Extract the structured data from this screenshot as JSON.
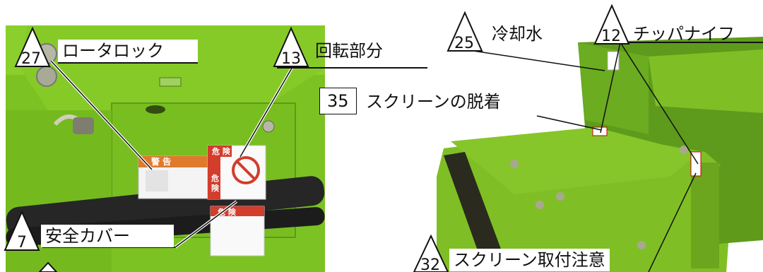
{
  "callouts": {
    "rotor_lock": {
      "number": "27",
      "label": "ロータロック"
    },
    "rotating_part": {
      "number": "13",
      "label": "回転部分"
    },
    "safety_cover": {
      "number": "7",
      "label": "安全カバー"
    },
    "cooling_water": {
      "number": "25",
      "label": "冷却水"
    },
    "chipper_knife": {
      "number": "12",
      "label": "チッパナイフ"
    },
    "screen_detach": {
      "number": "35",
      "label": "スクリーンの脱着"
    },
    "screen_attach_caution": {
      "number": "32",
      "label": "スクリーン取付注意"
    }
  },
  "decals": {
    "warning_title": "警 告",
    "danger_title_1": "危 険",
    "danger_side": "危険",
    "danger_title_2": "危 険"
  }
}
